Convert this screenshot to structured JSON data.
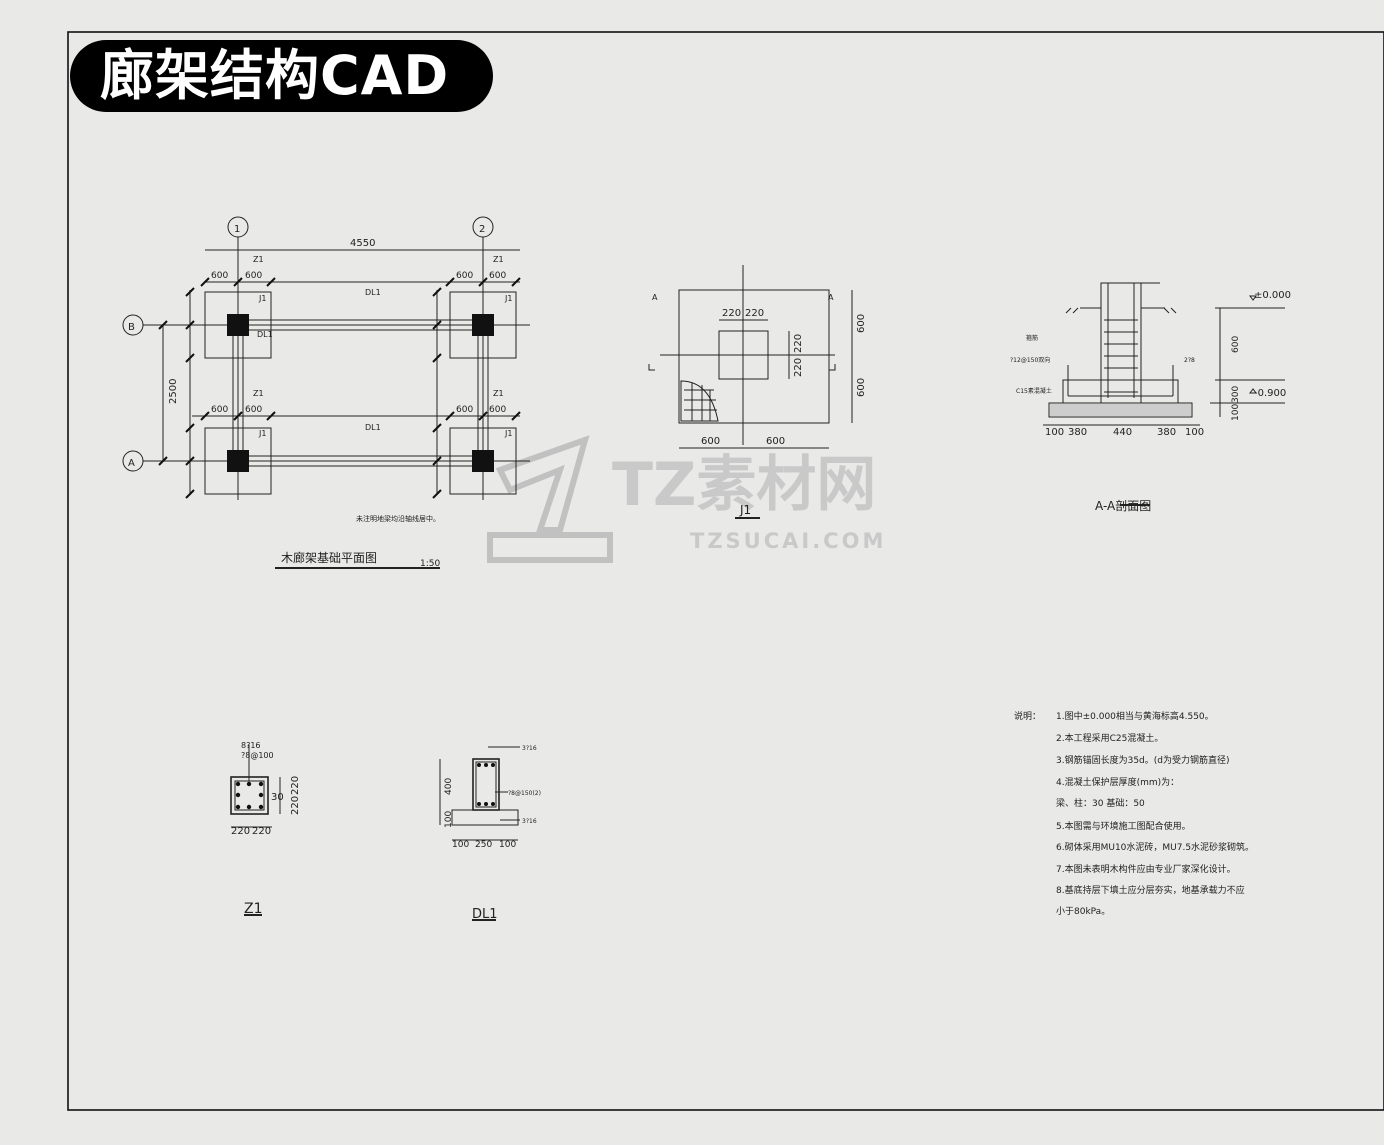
{
  "header": {
    "title": "廊架结构CAD"
  },
  "watermark": {
    "brand": "TZ素材网",
    "site": "TZSUCAI.COM"
  },
  "plan": {
    "axis_1": "1",
    "axis_2": "2",
    "axis_b": "B",
    "axis_a": "A",
    "span_x": "4550",
    "span_y": "2500",
    "dim_600": "600",
    "z1": "Z1",
    "j1": "J1",
    "dl1": "DL1",
    "note": "未注明地梁均沿轴线居中。",
    "title": "木廊架基础平面图",
    "scale": "1:50"
  },
  "j1": {
    "label": "J1",
    "cut_left": "A",
    "cut_right": "A",
    "dim_220a": "220",
    "dim_220b": "220",
    "dim_600": "600"
  },
  "section": {
    "title": "A-A剖面图",
    "level_top": "±0.000",
    "level_bot": "-0.900",
    "dim_600": "600",
    "dim_300": "300",
    "dim_100": "100",
    "bottom_dims": [
      "100",
      "380",
      "440",
      "380",
      "100"
    ],
    "rebar_label": "箍筋",
    "mesh_label": "?12@150双向",
    "conc_label": "C15素混凝土",
    "right_label": "2?8"
  },
  "z1": {
    "label": "Z1",
    "rebar_main": "8?16",
    "rebar_stirrup": "?8@100",
    "dim_220": "220",
    "dim_30": "30"
  },
  "dl1": {
    "label": "DL1",
    "top": "3?16",
    "mid": "?8@150(2)",
    "bot": "3?16",
    "dim_400": "400",
    "dim_100": "100",
    "dim_250": "250"
  },
  "notes": {
    "heading": "说明：",
    "items": [
      "1.图中±0.000相当与黄海标高4.550。",
      "2.本工程采用C25混凝土。",
      "3.钢筋锚固长度为35d。(d为受力钢筋直径)",
      "4.混凝土保护层厚度(mm)为：",
      "   梁、柱：30      基础：50",
      "5.本图需与环境施工图配合使用。",
      "6.砌体采用MU10水泥砖，MU7.5水泥砂浆砌筑。",
      "7.本图未表明木构件应由专业厂家深化设计。",
      "8.基底持层下填土应分层夯实，地基承载力不应",
      "   小于80kPa。"
    ]
  }
}
